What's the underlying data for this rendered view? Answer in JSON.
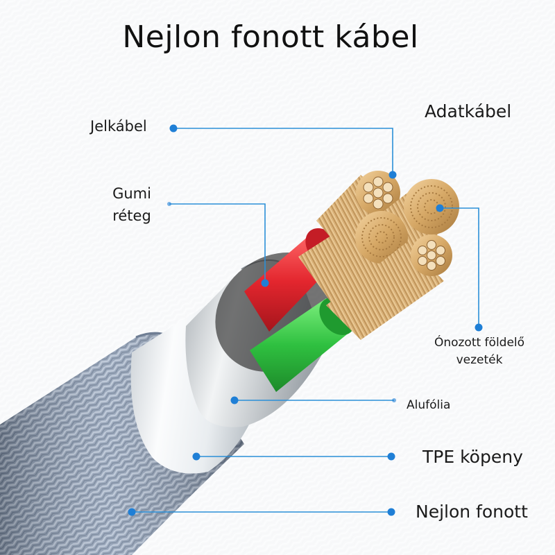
{
  "title": "Nejlon fonott kábel",
  "labels": {
    "adatkabel": "Adatkábel",
    "jelkabel": "Jelkábel",
    "gumi_line1": "Gumi",
    "gumi_line2": "réteg",
    "onozott_line1": "Ónozott földelő",
    "onozott_line2": "vezeték",
    "alufolia": "Alufólia",
    "tpe": "TPE köpeny",
    "nejlon": "Nejlon fonott"
  },
  "colors": {
    "callout": "#2a8fd8",
    "dot": "#1f7fd6",
    "braid": "#8c9cb2",
    "jacket": "#e8ecef",
    "foil": "#d6dadd",
    "red_insulation": "#e8323a",
    "green_insulation": "#39c648",
    "copper": "#d7ad72"
  }
}
